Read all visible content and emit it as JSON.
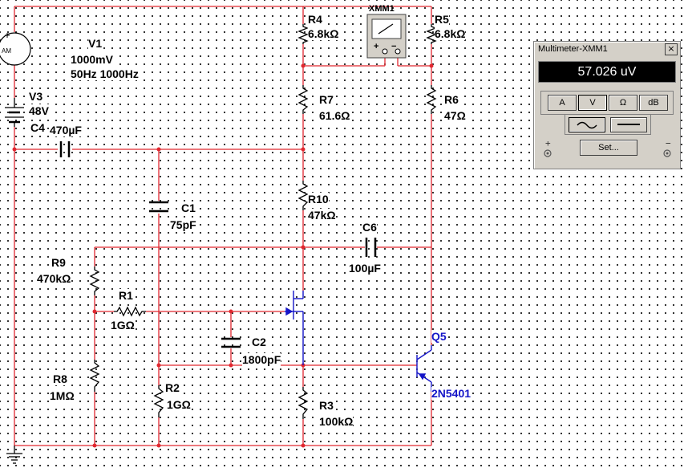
{
  "components": {
    "V1": {
      "name": "V1",
      "amplitude": "1000mV",
      "freqs": "50Hz 1000Hz",
      "symbol": "AM"
    },
    "V3": {
      "name": "V3",
      "value": "48V"
    },
    "C4": {
      "name": "C4",
      "value": "470µF"
    },
    "C1": {
      "name": "C1",
      "value": "75pF"
    },
    "C2": {
      "name": "C2",
      "value": "1800pF"
    },
    "C6": {
      "name": "C6",
      "value": "100µF"
    },
    "R1": {
      "name": "R1",
      "value": "1GΩ"
    },
    "R2": {
      "name": "R2",
      "value": "1GΩ"
    },
    "R3": {
      "name": "R3",
      "value": "100kΩ"
    },
    "R4": {
      "name": "R4",
      "value": "6.8kΩ"
    },
    "R5": {
      "name": "R5",
      "value": "6.8kΩ"
    },
    "R6": {
      "name": "R6",
      "value": "47Ω"
    },
    "R7": {
      "name": "R7",
      "value": "61.6Ω"
    },
    "R8": {
      "name": "R8",
      "value": "1MΩ"
    },
    "R9": {
      "name": "R9",
      "value": "470kΩ"
    },
    "R10": {
      "name": "R10",
      "value": "47kΩ"
    },
    "Q5": {
      "name": "Q5",
      "model": "2N5401"
    },
    "XMM1": {
      "name": "XMM1",
      "plus": "+",
      "minus": "−"
    }
  },
  "multimeter": {
    "title": "Multimeter-XMM1",
    "close_label": "×",
    "reading": "57.026 uV",
    "modes": [
      "A",
      "V",
      "Ω",
      "dB"
    ],
    "selected_mode": "V",
    "waveforms": [
      "ac-wave-icon",
      "dc-line-icon"
    ],
    "selected_waveform": "ac-wave-icon",
    "set_label": "Set...",
    "plus_label": "+",
    "minus_label": "−"
  },
  "colors": {
    "wire": "#e0272f",
    "transistor": "#1515c8",
    "label": "#000000"
  }
}
